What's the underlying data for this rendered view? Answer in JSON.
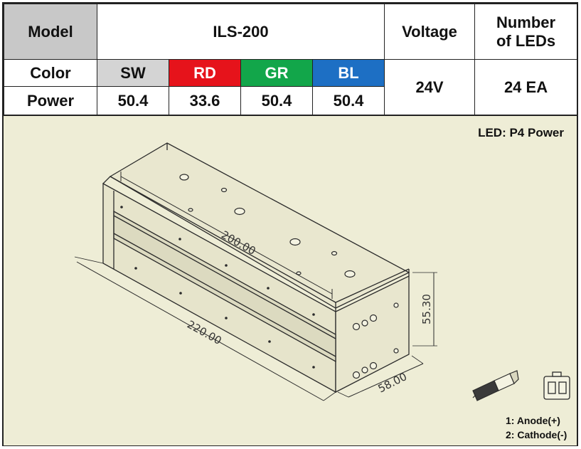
{
  "table": {
    "model_label": "Model",
    "model_value": "ILS-200",
    "voltage_label": "Voltage",
    "leds_label_line1": "Number",
    "leds_label_line2": "of LEDs",
    "color_label": "Color",
    "power_label": "Power",
    "colors": [
      "SW",
      "RD",
      "GR",
      "BL"
    ],
    "powers": [
      "50.4",
      "33.6",
      "50.4",
      "50.4"
    ],
    "voltage_value": "24V",
    "leds_value": "24 EA"
  },
  "drawing": {
    "led_note": "LED: P4 Power",
    "dim_length_top": "200.00",
    "dim_length_total": "220.00",
    "dim_height": "55.30",
    "dim_width": "58.00",
    "pin1": "1: Anode(+)",
    "pin2": "2: Cathode(-)"
  },
  "colors": {
    "sw": "#d4d4d4",
    "rd": "#e6131b",
    "gr": "#12a64a",
    "bl": "#1d6fc4",
    "header": "#c8c8c8",
    "drawing_bg": "#eeedd6"
  }
}
